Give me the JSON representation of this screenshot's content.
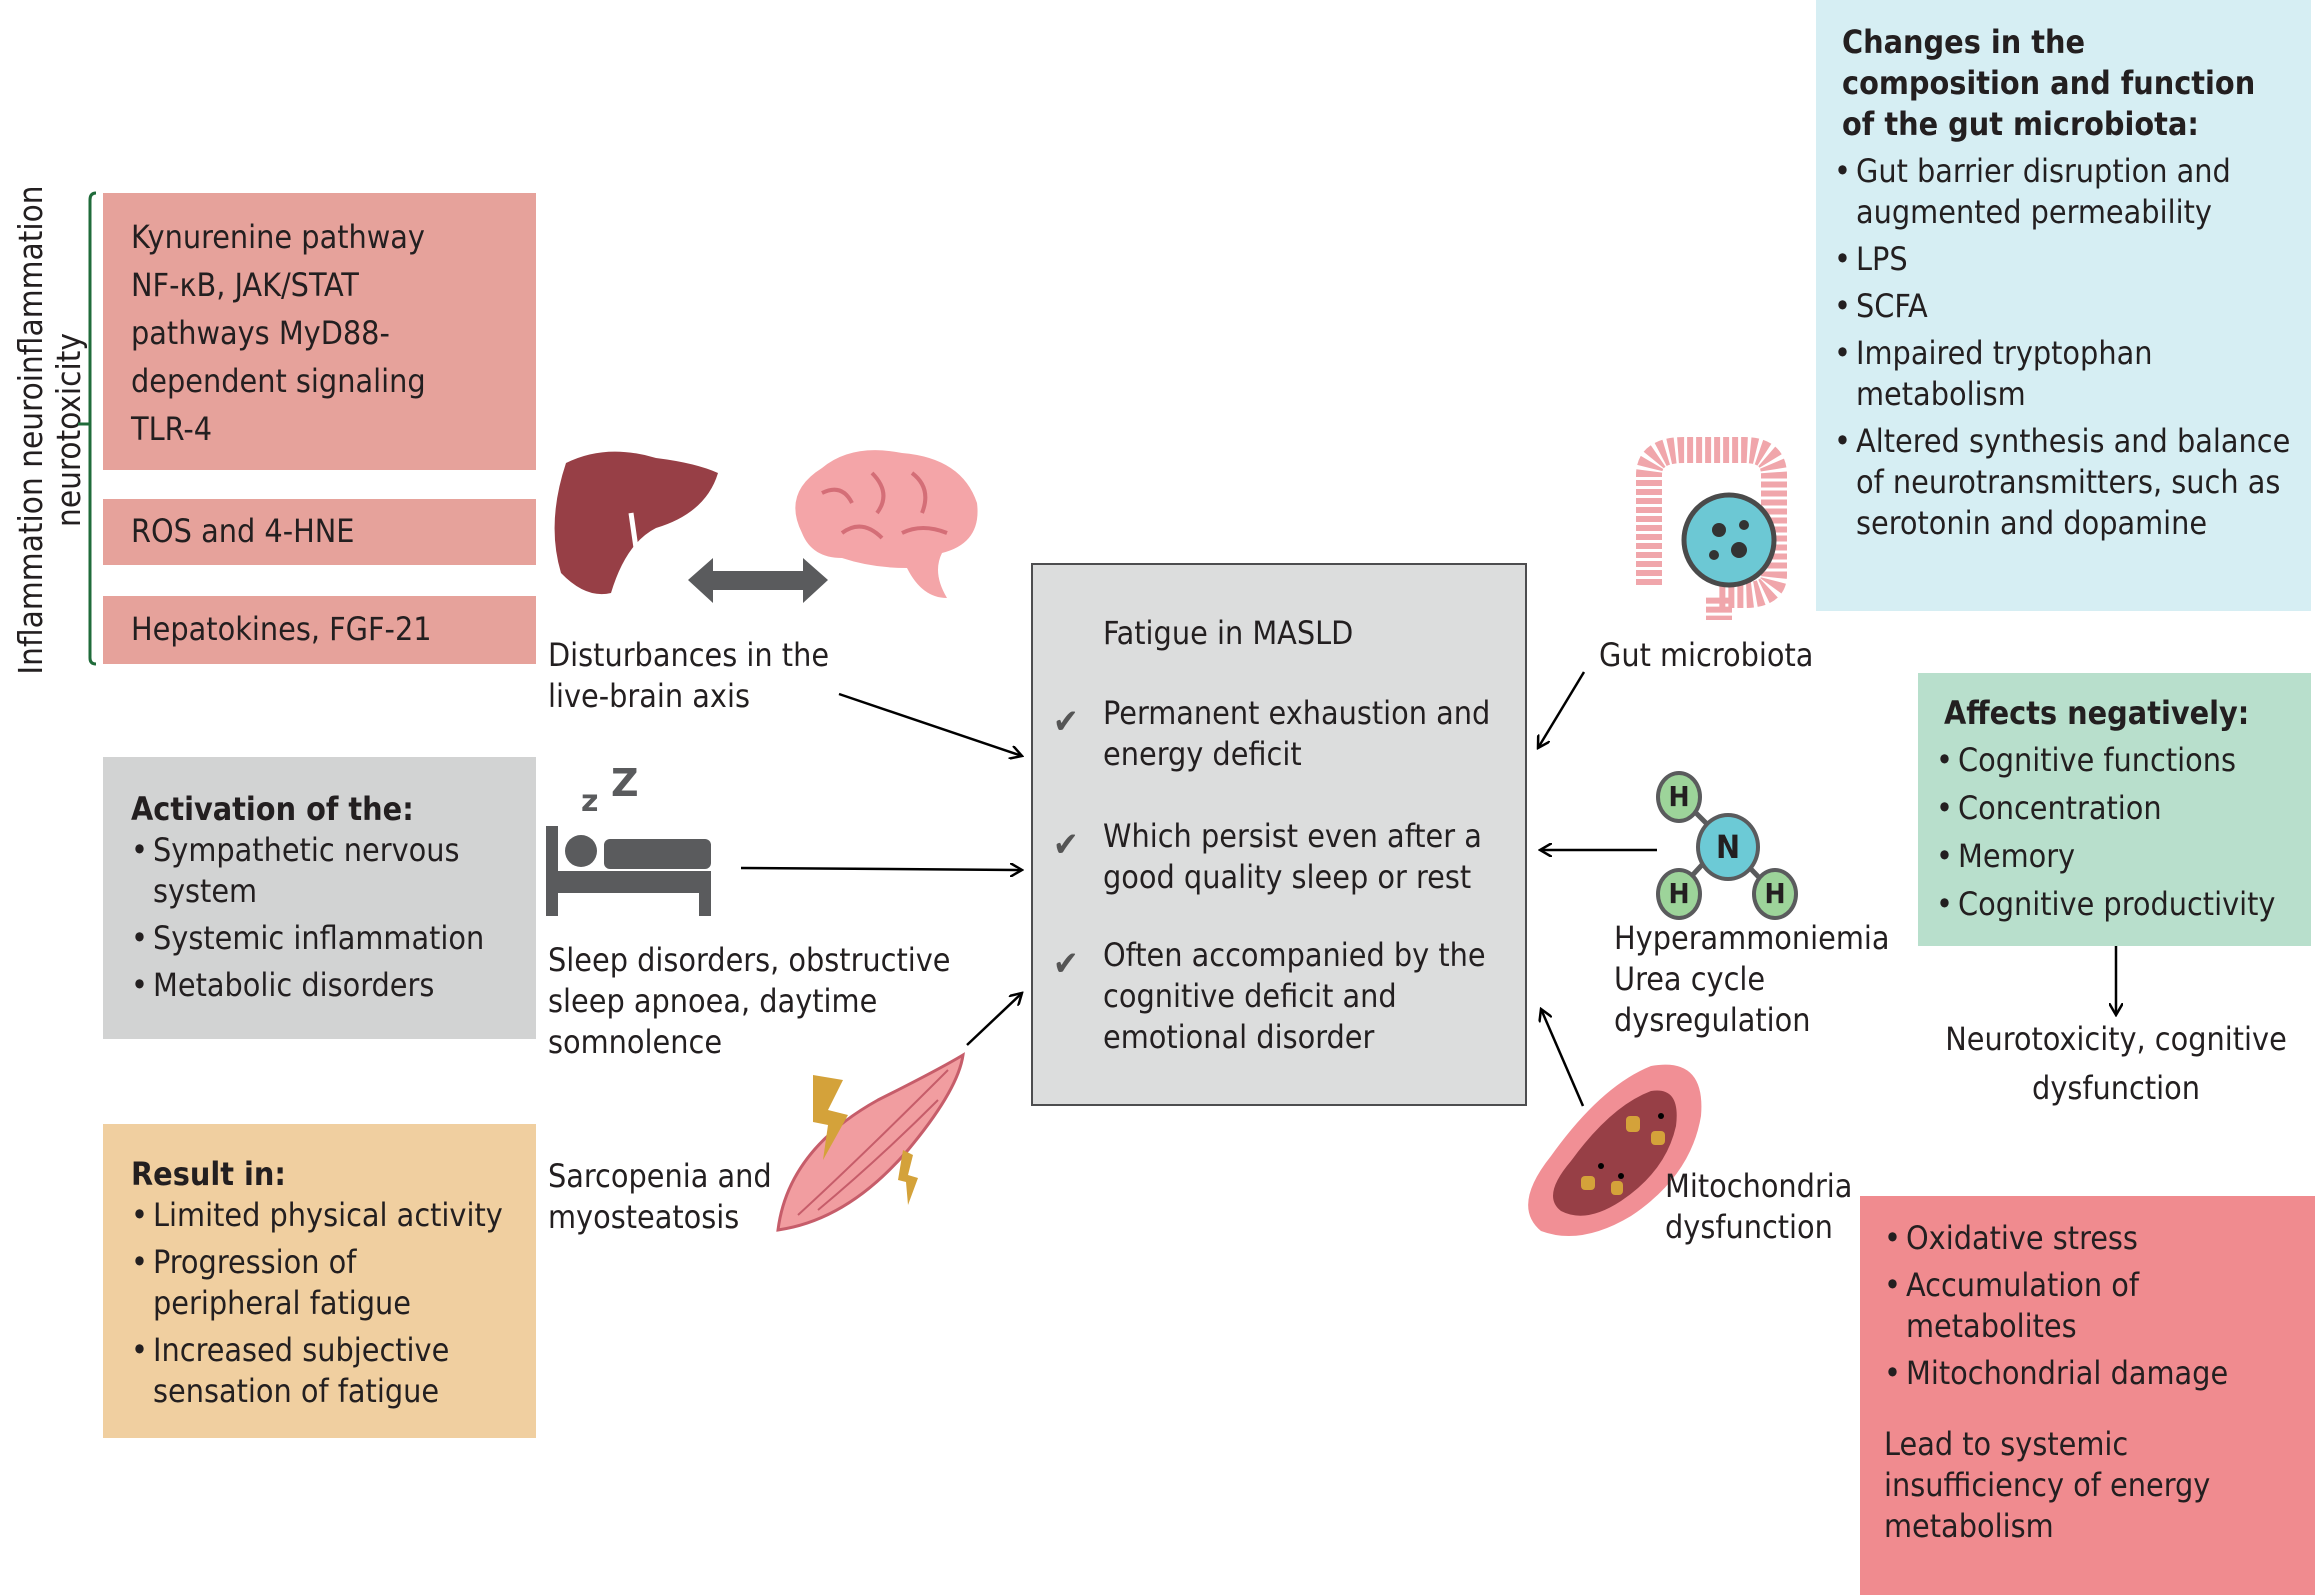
{
  "side_label": {
    "line1": "Inflammation neuroinflammation",
    "line2": "neurotoxicity"
  },
  "left_boxes": {
    "pathways": "Kynurenine pathway\nNF-κB, JAK/STAT\npathways MyD88-\ndependent signaling\nTLR-4",
    "ros": "ROS and 4-HNE",
    "hepatokines": "Hepatokines, FGF-21"
  },
  "activation": {
    "title": "Activation of the:",
    "items": [
      "Sympathetic nervous system",
      "Systemic inflammation",
      "Metabolic disorders"
    ]
  },
  "result": {
    "title": "Result in:",
    "items": [
      "Limited physical activity",
      "Progression of peripheral fatigue",
      "Increased subjective sensation of fatigue"
    ]
  },
  "causes": {
    "liver_brain": "Disturbances in the\nlive-brain axis",
    "sleep": "Sleep disorders, obstructive\nsleep apnoea, daytime\nsomnolence",
    "sarcopenia": "Sarcopenia and\nmyosteatosis",
    "gut": "Gut microbiota",
    "ammonia": "Hyperammoniemia\nUrea cycle\ndysregulation",
    "mitochondria": "Mitochondria\ndysfunction"
  },
  "center": {
    "title": "Fatigue in MASLD",
    "items": [
      "Permanent exhaustion and\nenergy deficit",
      "Which persist  even after a\ngood quality sleep or rest",
      "Often accompanied by the\ncognitive deficit and\nemotional disorder"
    ]
  },
  "gut_box": {
    "title": "Changes in the\ncomposition and function\nof the gut microbiota:",
    "items": [
      "Gut barrier disruption and augmented permeability",
      "LPS",
      "SCFA",
      "Impaired tryptophan metabolism",
      "Altered synthesis and balance of neurotransmitters, such as serotonin and dopamine"
    ]
  },
  "affects": {
    "title": "Affects negatively:",
    "items": [
      "Cognitive functions",
      "Concentration",
      "Memory",
      "Cognitive productivity"
    ]
  },
  "neurotox": "Neurotoxicity, cognitive\ndysfunction",
  "mito_box": {
    "items": [
      "Oxidative stress",
      "Accumulation of metabolites",
      "Mitochondrial damage"
    ],
    "footer": "Lead to systemic\ninsufficiency of energy\nmetabolism"
  },
  "ammonia_atoms": {
    "center": "N",
    "h": "H"
  },
  "icons": [
    "liver-icon",
    "brain-icon",
    "double-arrow-icon",
    "sleep-bed-icon",
    "muscle-icon",
    "gut-icon",
    "ammonia-molecule-icon",
    "mitochondria-icon",
    "check-icon"
  ],
  "colors": {
    "pink": "#e6a29b",
    "gray": "#d2d3d3",
    "tan": "#f0cfa0",
    "blue": "#d6eef3",
    "green": "#b8dfcc",
    "red": "#f08b8f",
    "center": "#dcdddd"
  }
}
